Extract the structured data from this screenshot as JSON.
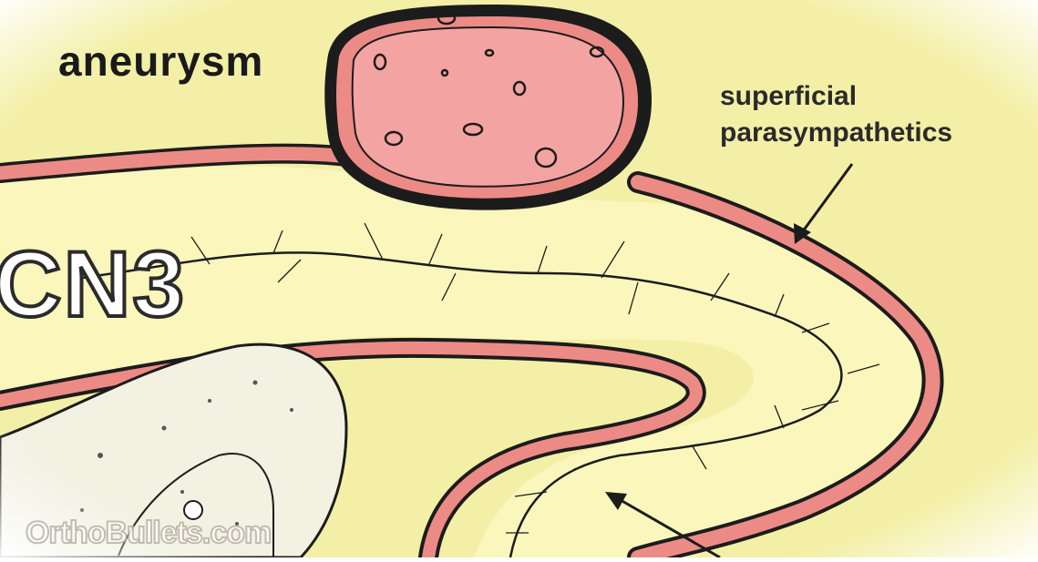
{
  "labels": {
    "aneurysm": "aneurysm",
    "superficial_line1": "superficial",
    "superficial_line2": "parasympathetics",
    "nerve": "CN3",
    "watermark": "OrthoBullets.com"
  },
  "colors": {
    "background": "#f3efa6",
    "nerve_fill": "#fbf6bc",
    "artery": "#ec8b86",
    "aneurysm_fill": "#f4a3a3",
    "outline": "#1c1c1c",
    "bone": "#f2f1e2"
  }
}
